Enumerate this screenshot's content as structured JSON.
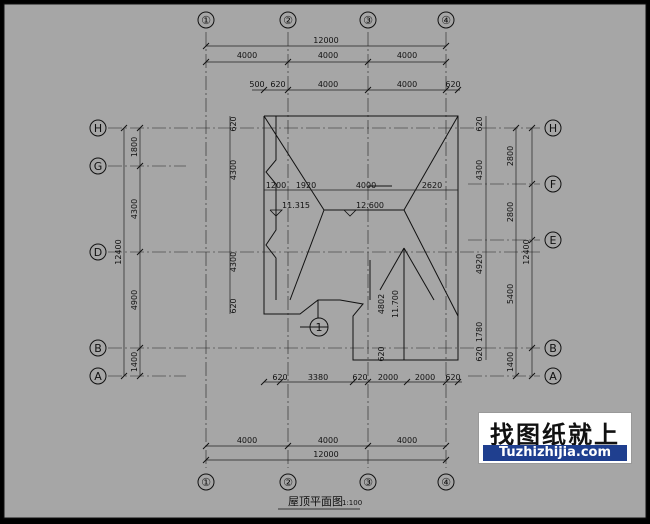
{
  "title": "屋顶平面图",
  "scale": "1:100",
  "watermark": {
    "cn": "找图纸就上",
    "en": "Tuzhizhijia.com"
  },
  "axes": {
    "top": [
      {
        "id": "ax-t1",
        "label": "①"
      },
      {
        "id": "ax-t2",
        "label": "②"
      },
      {
        "id": "ax-t3",
        "label": "③"
      },
      {
        "id": "ax-t4",
        "label": "④"
      }
    ],
    "bottom": [
      {
        "id": "ax-b1",
        "label": "①"
      },
      {
        "id": "ax-b2",
        "label": "②"
      },
      {
        "id": "ax-b3",
        "label": "③"
      },
      {
        "id": "ax-b4",
        "label": "④"
      }
    ],
    "left": [
      {
        "id": "ax-lH",
        "label": "H"
      },
      {
        "id": "ax-lG",
        "label": "G"
      },
      {
        "id": "ax-lD",
        "label": "D"
      },
      {
        "id": "ax-lB",
        "label": "B"
      },
      {
        "id": "ax-lA",
        "label": "A"
      }
    ],
    "right": [
      {
        "id": "ax-rH",
        "label": "H"
      },
      {
        "id": "ax-rF",
        "label": "F"
      },
      {
        "id": "ax-rE",
        "label": "E"
      },
      {
        "id": "ax-rB",
        "label": "B"
      },
      {
        "id": "ax-rA",
        "label": "A"
      }
    ]
  },
  "dims": {
    "top_total": "12000",
    "top_row1": [
      "4000",
      "4000",
      "4000"
    ],
    "top_row2": [
      "500",
      "620",
      "4000",
      "4000",
      "620"
    ],
    "bottom_row": [
      "620",
      "3380",
      "620",
      "2000",
      "2000",
      "620"
    ],
    "bottom_row2": [
      "4000",
      "4000",
      "4000"
    ],
    "bottom_total": "12000",
    "left_row1": [
      "1800",
      "4300",
      "4900",
      "1400"
    ],
    "left_total": "12400",
    "left_row2": [
      "620",
      "4300",
      "4300",
      "620"
    ],
    "right_row1": [
      "2800",
      "2800",
      "5400",
      "1400"
    ],
    "right_total": "12400",
    "right_row2": [
      "620",
      "4300",
      "4920",
      "1780",
      "620"
    ],
    "middle": [
      "1200",
      "1920",
      "4000",
      "2620"
    ],
    "ridge_dims": [
      "4802",
      "620"
    ]
  },
  "elevations": [
    "11.315",
    "12.600",
    "11.700"
  ],
  "detail_marker": "1"
}
